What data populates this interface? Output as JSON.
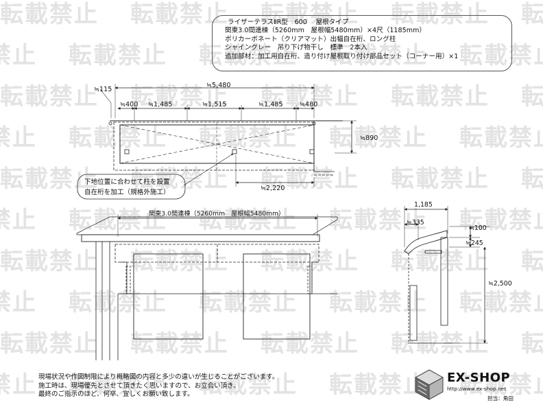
{
  "watermark": "転載禁止",
  "spec": {
    "line1": "ライザーテラスⅡR型　600　 屋根タイプ",
    "line2": "関東3.0間連棟（5260mm　屋根幅5480mm）×4尺（1185mm）",
    "line3": "ポリカーボネート（クリアマット）出幅自在桁、ロング柱",
    "line4": "シャイングレー　吊り下げ物干し　標準　2本入",
    "line5": "追加部材：加工用自在桁、造り付け屋根取り付け部品セット（コーナー用）×1"
  },
  "plan": {
    "dim_115": "≒115",
    "dim_total": "≒5,480",
    "dim_400": "≒400",
    "dim_1485a": "≒1,485",
    "dim_1515": "≒1,515",
    "dim_1485b": "≒1,485",
    "dim_480": "≒480",
    "dim_890": "≒890",
    "dim_2220": "≒2,220",
    "callout_line1": "下地位置に合わせて柱を設置",
    "callout_line2": "自在桁を加工（規格外施工）"
  },
  "elevation": {
    "title": "関東3.0間連棟（5260mm　屋根幅5480mm）"
  },
  "section": {
    "dim_1185": "1,185",
    "dim_335": "≒335",
    "dim_100": "≒100",
    "dim_245": "≒245",
    "dim_2500": "≒2,500"
  },
  "notes": {
    "line1": "現場状況や作図制限により概略図の内容と多少の違いが生じることがございます。",
    "line2": "施工時は、現場優先とさせて頂きたく思いますので、お立会い頂き、",
    "line3": "最終のご指示のほど、何卒、宜しくお願い致します。"
  },
  "footer": {
    "brand": "EX-SHOP",
    "url": "http://www.ex-shop.net",
    "staff": "担当：角田"
  }
}
